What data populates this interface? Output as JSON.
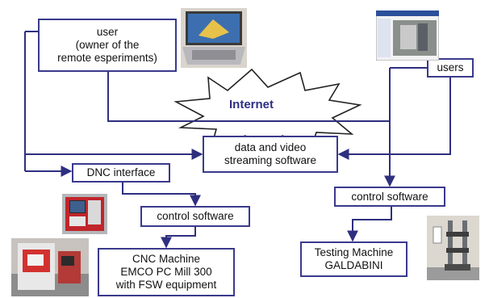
{
  "cloud": {
    "label": "Internet"
  },
  "boxes": {
    "owner": {
      "lines": [
        "user",
        "(owner of the",
        "remote esperiments)"
      ]
    },
    "users": {
      "lines": [
        "users"
      ]
    },
    "streaming": {
      "lines": [
        "data and video",
        "streaming software"
      ]
    },
    "dnc": {
      "lines": [
        "DNC interface"
      ]
    },
    "control_left": {
      "lines": [
        "control software"
      ]
    },
    "control_right": {
      "lines": [
        "control software"
      ]
    },
    "cnc": {
      "lines": [
        "CNC Machine",
        "EMCO PC Mill 300",
        "with FSW equipment"
      ]
    },
    "testing": {
      "lines": [
        "Testing Machine",
        "GALDABINI"
      ]
    }
  },
  "colors": {
    "connector": "#2f2f80",
    "box_border": "#3a3a8c",
    "cloud_fill": "#ffffff"
  },
  "images": [
    "laptop-photo",
    "browser-screenshot-photo",
    "cnc-control-panel-photo",
    "cnc-machine-photo",
    "testing-machine-photo"
  ]
}
